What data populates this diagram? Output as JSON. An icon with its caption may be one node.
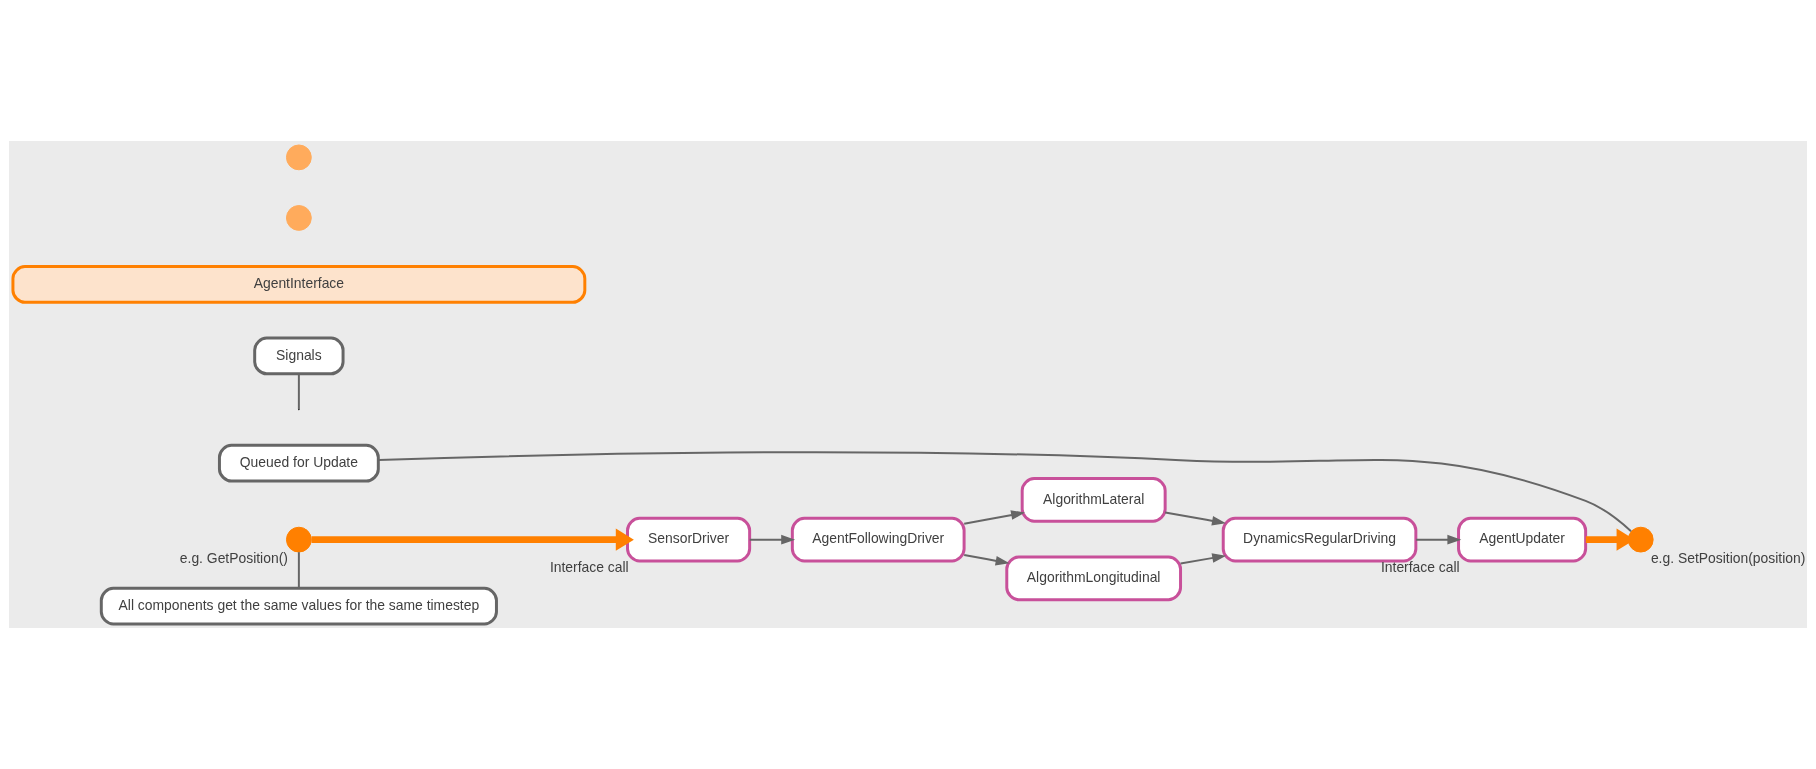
{
  "diagram": {
    "nodes": [
      {
        "text": [
          "SensorDriver"
        ],
        "beside": [
          "Interface call"
        ]
      },
      {
        "text": [
          "AgentFollowingDriver"
        ]
      },
      {
        "text": [
          "AlgorithmLateral"
        ]
      },
      {
        "text": [
          "AlgorithmLongitudinal"
        ]
      },
      {
        "text": [
          "DynamicsRegularDriving"
        ]
      },
      {
        "text": [
          "AgentUpdater"
        ],
        "beside": [
          "Interface call"
        ]
      },
      {
        "text": [
          "Signals"
        ]
      },
      {
        "text": [
          "AgentInterface"
        ]
      },
      {
        "text": [],
        "shape": "circle",
        "beside": [
          "e.g. GetPosition()"
        ]
      },
      {
        "text": [],
        "shape": "circle"
      },
      {
        "text": [],
        "shape": "circle"
      },
      {
        "text": [],
        "shape": "circle",
        "beside": [
          "e.g. SetPosition(position)"
        ]
      },
      {
        "text": [
          "Queued for Update"
        ]
      },
      {
        "text": [
          "All components get the same values for the same timestep"
        ]
      }
    ],
    "edges": [
      {
        "from": 0,
        "to": 1,
        "arrow": "to"
      },
      {
        "from": 1,
        "to": 2,
        "arrow": "to"
      },
      {
        "from": 1,
        "to": 3,
        "arrow": "to"
      },
      {
        "from": 2,
        "to": 4,
        "arrow": "to"
      },
      {
        "from": 3,
        "to": 4,
        "arrow": "to"
      },
      {
        "from": 4,
        "to": 5,
        "arrow": "to"
      },
      {
        "from": 8,
        "to": 0,
        "arrow": "to",
        "style": "thick",
        "color": "#ff8000"
      },
      {
        "from": 5,
        "to": 11,
        "arrow": "to",
        "style": "thick",
        "color": "#ff8000"
      },
      {
        "from": 6,
        "to": null,
        "arrow": "none"
      },
      {
        "from": 12,
        "to": 11,
        "arrow": "none"
      },
      {
        "from": 13,
        "to": 8,
        "arrow": "none"
      }
    ]
  }
}
